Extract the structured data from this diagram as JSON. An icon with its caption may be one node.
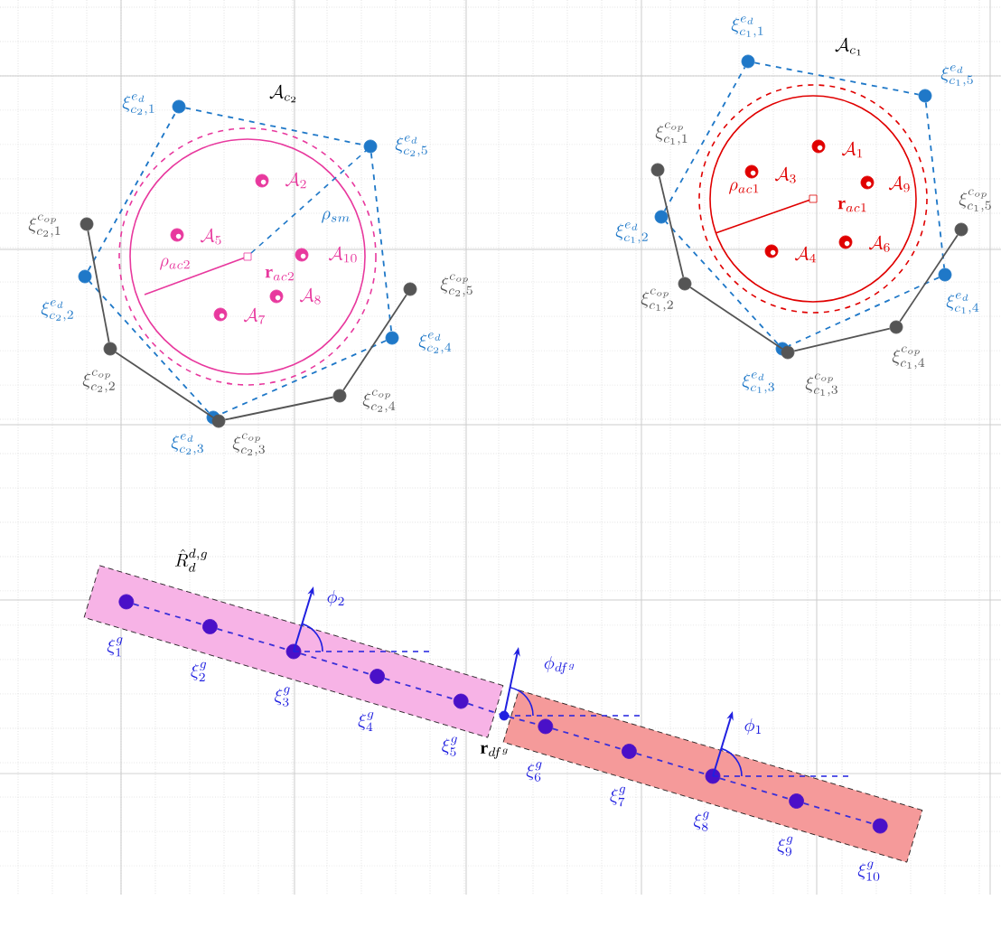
{
  "diagram": {
    "nodes": [
      {
        "text": [],
        "shape": "circle",
        "beside": [
          "\\xi^{e_d}_{c_2,1}"
        ]
      },
      {
        "text": [],
        "shape": "circle",
        "beside": [
          "\\xi^{e_d}_{c_2,5}"
        ]
      },
      {
        "text": [],
        "shape": "circle",
        "beside": [
          "\\xi^{c_{op}}_{c_2,1}"
        ]
      },
      {
        "text": [],
        "shape": "circle",
        "beside": [
          "\\xi^{e_d}_{c_2,2}"
        ]
      },
      {
        "text": [],
        "shape": "circle",
        "beside": [
          "\\xi^{c_{op}}_{c_2,2}"
        ]
      },
      {
        "text": [],
        "shape": "circle",
        "beside": [
          "\\xi^{e_d}_{c_2,3}"
        ]
      },
      {
        "text": [],
        "shape": "circle",
        "beside": [
          "\\xi^{c_{op}}_{c_2,3}"
        ]
      },
      {
        "text": [],
        "shape": "circle",
        "beside": [
          "\\xi^{c_{op}}_{c_2,4}"
        ]
      },
      {
        "text": [],
        "shape": "circle",
        "beside": [
          "\\xi^{e_d}_{c_2,4}"
        ]
      },
      {
        "text": [],
        "shape": "circle",
        "beside": [
          "\\xi^{c_{op}}_{c_2,5}"
        ]
      },
      {
        "text": [],
        "shape": "circle",
        "beside": [
          "\\mathcal{A}_2"
        ]
      },
      {
        "text": [],
        "shape": "circle",
        "beside": [
          "\\mathcal{A}_5"
        ]
      },
      {
        "text": [],
        "shape": "circle",
        "beside": [
          "\\mathcal{A}_{10}"
        ]
      },
      {
        "text": [],
        "shape": "circle",
        "beside": [
          "\\mathcal{A}_8"
        ]
      },
      {
        "text": [],
        "shape": "circle",
        "beside": [
          "\\mathcal{A}_7"
        ]
      },
      {
        "text": [],
        "shape": "circle",
        "beside": [
          "\\xi^{e_d}_{c_1,1}"
        ]
      },
      {
        "text": [],
        "shape": "circle",
        "beside": [
          "\\xi^{e_d}_{c_1,5}"
        ]
      },
      {
        "text": [],
        "shape": "circle",
        "beside": [
          "\\xi^{c_{op}}_{c_1,1}"
        ]
      },
      {
        "text": [],
        "shape": "circle",
        "beside": [
          "\\xi^{e_d}_{c_1,2}"
        ]
      },
      {
        "text": [],
        "shape": "circle",
        "beside": [
          "\\xi^{c_{op}}_{c_1,2}"
        ]
      },
      {
        "text": [],
        "shape": "circle",
        "beside": [
          "\\xi^{e_d}_{c_1,3}"
        ]
      },
      {
        "text": [],
        "shape": "circle",
        "beside": [
          "\\xi^{c_{op}}_{c_1,3}"
        ]
      },
      {
        "text": [],
        "shape": "circle",
        "beside": [
          "\\xi^{c_{op}}_{c_1,4}"
        ]
      },
      {
        "text": [],
        "shape": "circle",
        "beside": [
          "\\xi^{e_d}_{c_1,4}"
        ]
      },
      {
        "text": [],
        "shape": "circle",
        "beside": [
          "\\xi^{c_{op}}_{c_1,5}"
        ]
      },
      {
        "text": [],
        "shape": "circle",
        "beside": [
          "\\mathcal{A}_1"
        ]
      },
      {
        "text": [],
        "shape": "circle",
        "beside": [
          "\\mathcal{A}_3"
        ]
      },
      {
        "text": [],
        "shape": "circle",
        "beside": [
          "\\mathcal{A}_9"
        ]
      },
      {
        "text": [],
        "shape": "circle",
        "beside": [
          "\\mathcal{A}_4"
        ]
      },
      {
        "text": [],
        "shape": "circle",
        "beside": [
          "\\mathcal{A}_6"
        ]
      },
      {
        "text": [
          "\\hat{R}^{d,g}_{d}"
        ]
      },
      {
        "text": [],
        "shape": "circle",
        "in": 30,
        "beside": [
          "\\xi^{g}_{1}"
        ]
      },
      {
        "text": [],
        "shape": "circle",
        "in": 30,
        "beside": [
          "\\xi^{g}_{2}"
        ]
      },
      {
        "text": [],
        "shape": "circle",
        "in": 30,
        "beside": [
          "\\xi^{g}_{3}"
        ]
      },
      {
        "text": [],
        "shape": "circle",
        "in": 30,
        "beside": [
          "\\xi^{g}_{4}"
        ]
      },
      {
        "text": [],
        "shape": "circle",
        "in": 30,
        "beside": [
          "\\xi^{g}_{5}"
        ]
      },
      {
        "text": [],
        "shape": "circle",
        "beside": [
          "\\mathbf{r}_{df^g}"
        ]
      },
      {
        "text": [],
        "shape": "bar"
      },
      {
        "text": [],
        "shape": "circle",
        "in": 37,
        "beside": [
          "\\xi^{g}_{6}"
        ]
      },
      {
        "text": [],
        "shape": "circle",
        "in": 37,
        "beside": [
          "\\xi^{g}_{7}"
        ]
      },
      {
        "text": [],
        "shape": "circle",
        "in": 37,
        "beside": [
          "\\xi^{g}_{8}"
        ]
      },
      {
        "text": [],
        "shape": "circle",
        "in": 37,
        "beside": [
          "\\xi^{g}_{9}"
        ]
      },
      {
        "text": [],
        "shape": "circle",
        "in": 37,
        "beside": [
          "\\xi^{g}_{10}"
        ]
      }
    ],
    "edges": [
      {
        "from": 0,
        "to": 1,
        "arrow": "none",
        "style": "dashed",
        "color": "#1f78c8"
      },
      {
        "from": 1,
        "to": 8,
        "arrow": "none",
        "style": "dashed",
        "color": "#1f78c8"
      },
      {
        "from": 8,
        "to": 5,
        "arrow": "none",
        "style": "dashed",
        "color": "#1f78c8"
      },
      {
        "from": 5,
        "to": 3,
        "arrow": "none",
        "style": "dashed",
        "color": "#1f78c8"
      },
      {
        "from": 3,
        "to": 0,
        "arrow": "none",
        "style": "dashed",
        "color": "#1f78c8"
      },
      {
        "from": 2,
        "to": 4,
        "arrow": "none",
        "color": "#555555"
      },
      {
        "from": 4,
        "to": 6,
        "arrow": "none",
        "color": "#555555"
      },
      {
        "from": 6,
        "to": 7,
        "arrow": "none",
        "color": "#555555"
      },
      {
        "from": 7,
        "to": 9,
        "arrow": "none",
        "color": "#555555"
      },
      {
        "from": 15,
        "to": 16,
        "arrow": "none",
        "style": "dashed",
        "color": "#1f78c8"
      },
      {
        "from": 16,
        "to": 23,
        "arrow": "none",
        "style": "dashed",
        "color": "#1f78c8"
      },
      {
        "from": 23,
        "to": 20,
        "arrow": "none",
        "style": "dashed",
        "color": "#1f78c8"
      },
      {
        "from": 20,
        "to": 18,
        "arrow": "none",
        "style": "dashed",
        "color": "#1f78c8"
      },
      {
        "from": 18,
        "to": 15,
        "arrow": "none",
        "style": "dashed",
        "color": "#1f78c8"
      },
      {
        "from": 17,
        "to": 19,
        "arrow": "none",
        "color": "#555555"
      },
      {
        "from": 19,
        "to": 21,
        "arrow": "none",
        "color": "#555555"
      },
      {
        "from": 21,
        "to": 22,
        "arrow": "none",
        "color": "#555555"
      },
      {
        "from": 22,
        "to": 24,
        "arrow": "none",
        "color": "#555555"
      },
      {
        "from": 31,
        "to": 32,
        "arrow": "none",
        "style": "dashed",
        "color": "#3a2fd8"
      },
      {
        "from": 32,
        "to": 33,
        "arrow": "none",
        "style": "dashed",
        "color": "#3a2fd8"
      },
      {
        "from": 33,
        "to": 34,
        "arrow": "none",
        "style": "dashed",
        "color": "#3a2fd8"
      },
      {
        "from": 34,
        "to": 35,
        "arrow": "none",
        "style": "dashed",
        "color": "#3a2fd8"
      },
      {
        "from": 35,
        "to": 36,
        "arrow": "none",
        "style": "dashed",
        "color": "#3a2fd8"
      },
      {
        "from": 36,
        "to": 38,
        "arrow": "none",
        "style": "dashed",
        "color": "#3a2fd8"
      },
      {
        "from": 38,
        "to": 39,
        "arrow": "none",
        "style": "dashed",
        "color": "#3a2fd8"
      },
      {
        "from": 39,
        "to": 40,
        "arrow": "none",
        "style": "dashed",
        "color": "#3a2fd8"
      },
      {
        "from": 40,
        "to": 41,
        "arrow": "none",
        "style": "dashed",
        "color": "#3a2fd8"
      },
      {
        "from": 41,
        "to": 42,
        "arrow": "none",
        "style": "dashed",
        "color": "#3a2fd8"
      }
    ],
    "labels": [
      "\\mathcal{A}_{c_2}",
      "\\rho_{sm}",
      "\\rho_{ac2}",
      "\\mathbf{r}_{ac2}",
      "\\mathcal{A}_{c_1}",
      "\\rho_{ac1}",
      "\\mathbf{r}_{ac1}",
      "\\phi_2",
      "\\phi_{df^g}",
      "\\phi_1"
    ]
  }
}
